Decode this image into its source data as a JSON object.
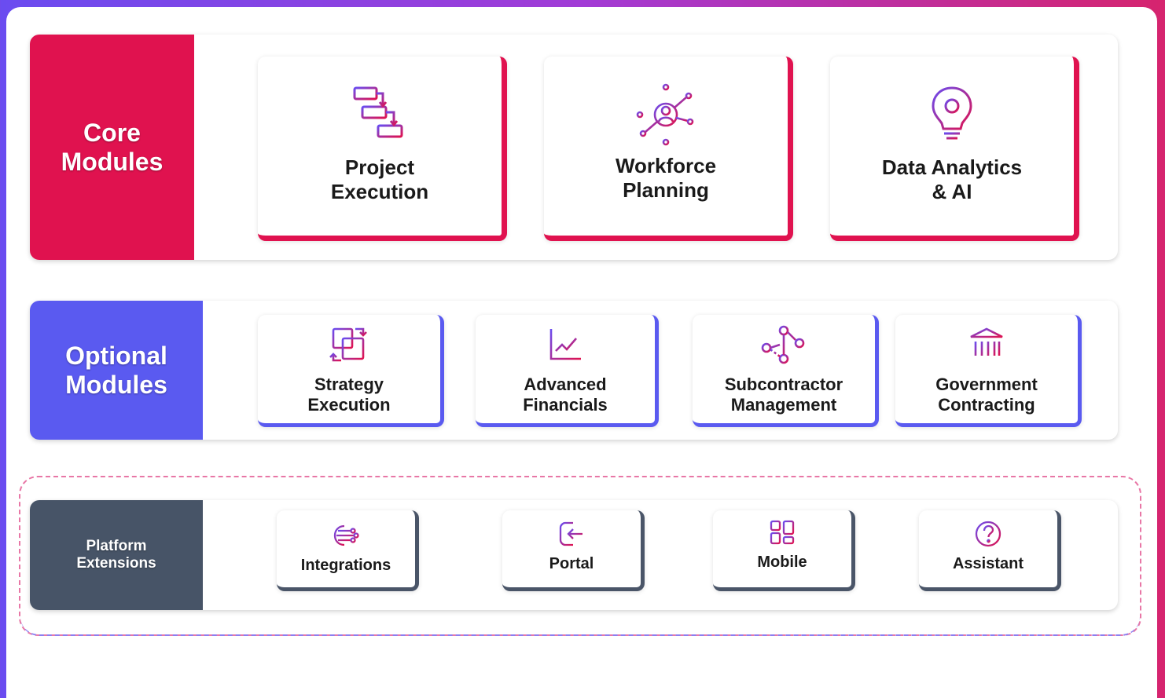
{
  "colors": {
    "core_accent": "#e0124f",
    "optional_accent": "#5a5af0",
    "platform_accent": "#4a5568",
    "icon_gradient_start": "#6a4cf0",
    "icon_gradient_end": "#e0124f"
  },
  "core": {
    "label": "Core\nModules",
    "items": [
      {
        "label": "Project\nExecution",
        "icon": "flow-steps-icon"
      },
      {
        "label": "Workforce\nPlanning",
        "icon": "network-person-icon"
      },
      {
        "label": "Data Analytics\n& AI",
        "icon": "lightbulb-icon"
      }
    ]
  },
  "optional": {
    "label": "Optional\nModules",
    "items": [
      {
        "label": "Strategy\nExecution",
        "icon": "copy-arrows-icon"
      },
      {
        "label": "Advanced\nFinancials",
        "icon": "line-chart-icon"
      },
      {
        "label": "Subcontractor\nManagement",
        "icon": "share-nodes-icon"
      },
      {
        "label": "Government\nContracting",
        "icon": "government-building-icon"
      }
    ]
  },
  "platform": {
    "label": "Platform\nExtensions",
    "items": [
      {
        "label": "Integrations",
        "icon": "integrations-icon"
      },
      {
        "label": "Portal",
        "icon": "portal-enter-icon"
      },
      {
        "label": "Mobile",
        "icon": "mobile-grid-icon"
      },
      {
        "label": "Assistant",
        "icon": "help-circle-icon"
      }
    ]
  }
}
